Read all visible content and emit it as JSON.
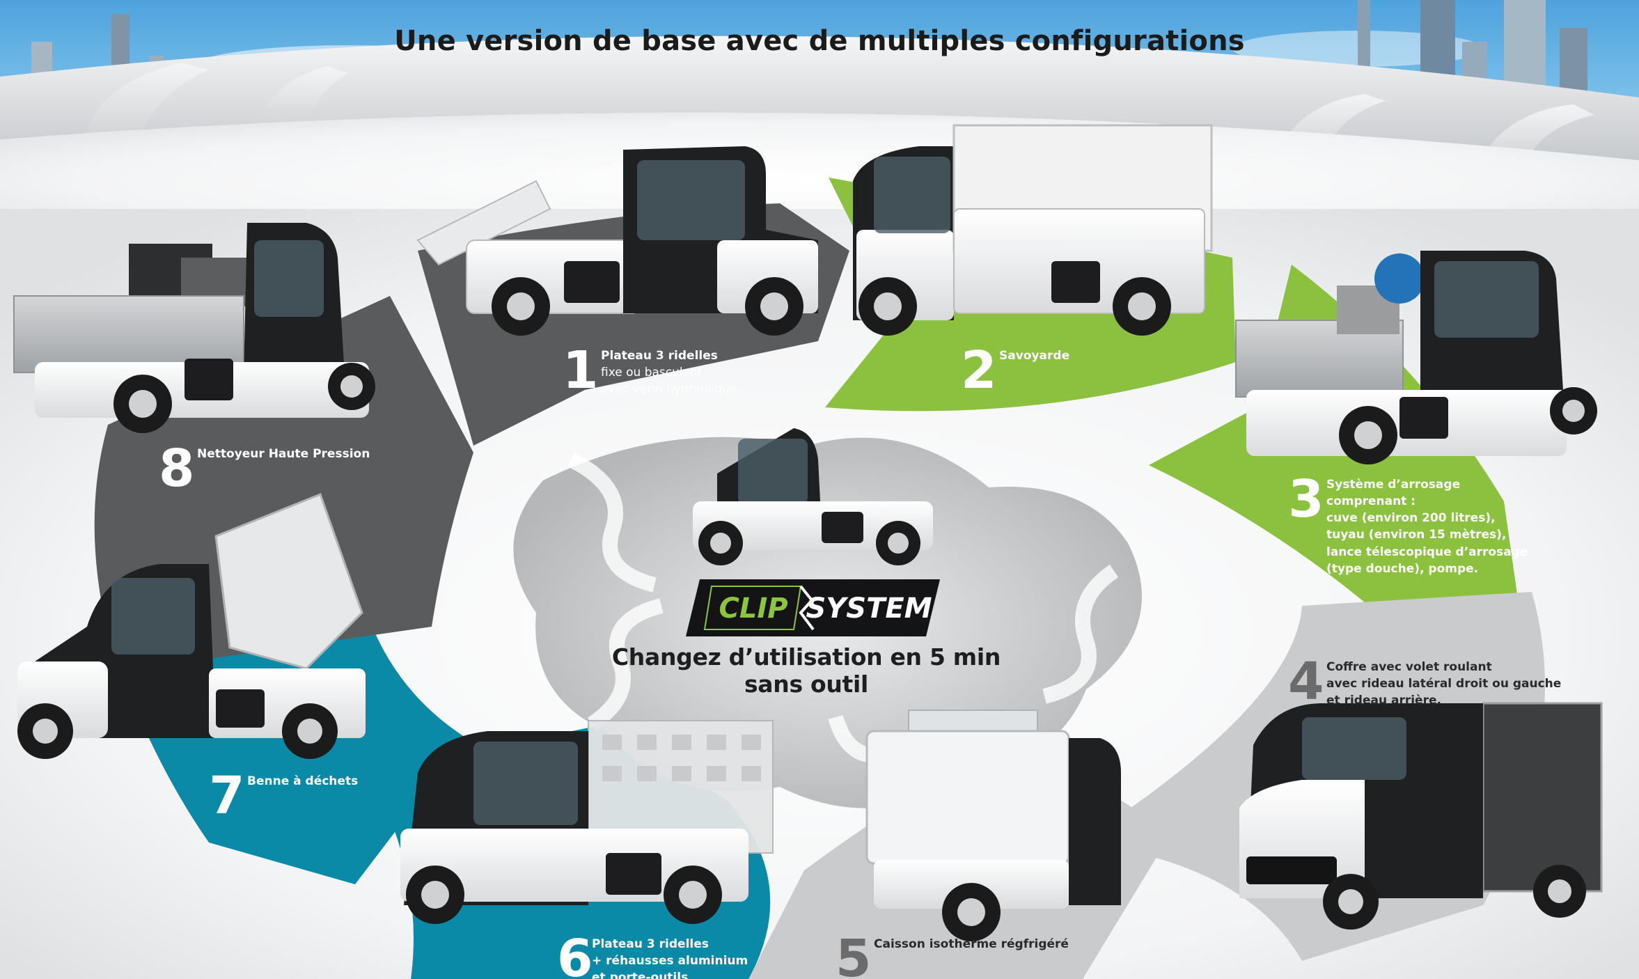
{
  "page_title": "Une version de base avec de multiples configurations",
  "logo": {
    "part1": "CLIP",
    "part2": "SYSTEM"
  },
  "slogan": "Changez d’utilisation en 5 min sans outil",
  "colors": {
    "sky": "#6cb8e6",
    "green": "#8bc13f",
    "dark_gray": "#5a5b5d",
    "teal": "#0b8aa8",
    "light_gray": "#c9cbcd",
    "logo_green": "#8cc63f"
  },
  "configs": [
    {
      "num": "1",
      "lines": [
        "Plateau 3 ridelles",
        "fixe ou basculant",
        "avec vérin hydraulique"
      ]
    },
    {
      "num": "2",
      "lines": [
        "Savoyarde"
      ]
    },
    {
      "num": "3",
      "lines": [
        "Système d’arrosage",
        "comprenant :",
        "cuve (environ 200 litres),",
        "tuyau (environ 15 mètres),",
        "lance télescopique d’arrosage",
        "(type douche), pompe."
      ]
    },
    {
      "num": "4",
      "lines": [
        "Coffre avec volet roulant",
        "avec rideau latéral droit ou gauche",
        "et rideau arrière."
      ]
    },
    {
      "num": "5",
      "lines": [
        "Caisson isotherme régfrigéré"
      ]
    },
    {
      "num": "6",
      "lines": [
        "Plateau 3 ridelles",
        "+ réhausses aluminium",
        "et porte-outils"
      ]
    },
    {
      "num": "7",
      "lines": [
        "Benne à déchets"
      ]
    },
    {
      "num": "8",
      "lines": [
        "Nettoyeur Haute Pression"
      ]
    }
  ]
}
